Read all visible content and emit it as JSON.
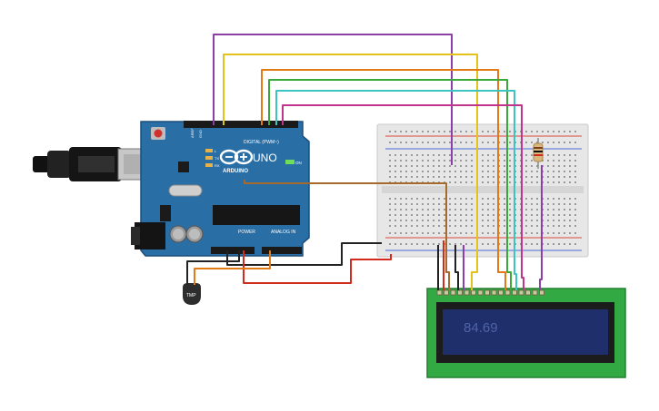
{
  "arduino": {
    "logo": "ARDUINO",
    "model": "UNO",
    "on_label": "ON",
    "digital_label": "DIGITAL (PWM~)",
    "power_label": "POWER",
    "analog_label": "ANALOG IN",
    "tx_label": "TX",
    "rx_label": "RX",
    "l_label": "L",
    "aref_label": "AREF",
    "gnd_label": "GND"
  },
  "sensor": {
    "label": "TMP"
  },
  "lcd": {
    "display_text": "84.69"
  },
  "colors": {
    "board": "#2a6ea6",
    "breadboard": "#e7e7e7",
    "lcd_pcb": "#33a944",
    "lcd_screen": "#1f2f6b",
    "lcd_text": "#4f63a8",
    "wire_purple": "#8c3fa8",
    "wire_yellow": "#e3c21a",
    "wire_orange": "#e47a15",
    "wire_green": "#3aa83a",
    "wire_cyan": "#3cc4c2",
    "wire_magenta": "#c0358b",
    "wire_brown": "#a56a2c",
    "wire_red": "#d32a1e",
    "wire_black": "#222222"
  }
}
